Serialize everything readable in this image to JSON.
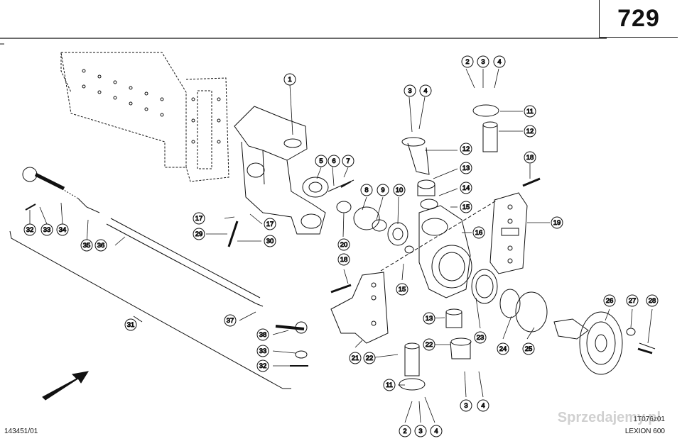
{
  "page_number": "729",
  "figure_code": "143451/01",
  "drawing_code": "1T076z01",
  "model": "LEXION 600",
  "watermark": "Sprzedajemy.pl",
  "callouts": [
    {
      "id": "c1",
      "label": "1"
    },
    {
      "id": "c2a",
      "label": "2"
    },
    {
      "id": "c3a",
      "label": "3"
    },
    {
      "id": "c4a",
      "label": "4"
    },
    {
      "id": "c11a",
      "label": "11"
    },
    {
      "id": "c12a",
      "label": "12"
    },
    {
      "id": "c3b",
      "label": "3"
    },
    {
      "id": "c4b",
      "label": "4"
    },
    {
      "id": "c12b",
      "label": "12"
    },
    {
      "id": "c13a",
      "label": "13"
    },
    {
      "id": "c14",
      "label": "14"
    },
    {
      "id": "c15a",
      "label": "15"
    },
    {
      "id": "c16",
      "label": "16"
    },
    {
      "id": "c18a",
      "label": "18"
    },
    {
      "id": "c19",
      "label": "19"
    },
    {
      "id": "c5",
      "label": "5"
    },
    {
      "id": "c6",
      "label": "6"
    },
    {
      "id": "c7",
      "label": "7"
    },
    {
      "id": "c8",
      "label": "8"
    },
    {
      "id": "c9",
      "label": "9"
    },
    {
      "id": "c10",
      "label": "10"
    },
    {
      "id": "c20",
      "label": "20"
    },
    {
      "id": "c17a",
      "label": "17"
    },
    {
      "id": "c17b",
      "label": "17"
    },
    {
      "id": "c29",
      "label": "29"
    },
    {
      "id": "c30",
      "label": "30"
    },
    {
      "id": "c32a",
      "label": "32"
    },
    {
      "id": "c33a",
      "label": "33"
    },
    {
      "id": "c34",
      "label": "34"
    },
    {
      "id": "c35",
      "label": "35"
    },
    {
      "id": "c36",
      "label": "36"
    },
    {
      "id": "c31",
      "label": "31"
    },
    {
      "id": "c37",
      "label": "37"
    },
    {
      "id": "c38",
      "label": "38"
    },
    {
      "id": "c33b",
      "label": "33"
    },
    {
      "id": "c32b",
      "label": "32"
    },
    {
      "id": "c18b",
      "label": "18"
    },
    {
      "id": "c15b",
      "label": "15"
    },
    {
      "id": "c13b",
      "label": "13"
    },
    {
      "id": "c22a",
      "label": "22"
    },
    {
      "id": "c21",
      "label": "21"
    },
    {
      "id": "c22b",
      "label": "22"
    },
    {
      "id": "c23",
      "label": "23"
    },
    {
      "id": "c24",
      "label": "24"
    },
    {
      "id": "c25",
      "label": "25"
    },
    {
      "id": "c26",
      "label": "26"
    },
    {
      "id": "c27",
      "label": "27"
    },
    {
      "id": "c28",
      "label": "28"
    },
    {
      "id": "c11b",
      "label": "11"
    },
    {
      "id": "c2b",
      "label": "2"
    },
    {
      "id": "c3c",
      "label": "3"
    },
    {
      "id": "c4c",
      "label": "4"
    },
    {
      "id": "c3d",
      "label": "3"
    },
    {
      "id": "c4d",
      "label": "4"
    }
  ]
}
